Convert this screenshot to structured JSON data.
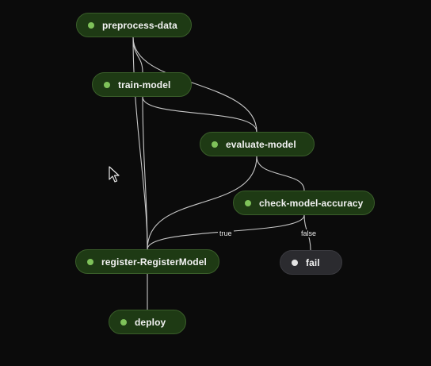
{
  "pipeline": {
    "steps": {
      "preprocess": "preprocess-data",
      "train": "train-model",
      "evaluate": "evaluate-model",
      "check": "check-model-accuracy",
      "register": "register-RegisterModel",
      "fail": "fail",
      "deploy": "deploy"
    },
    "edge_labels": {
      "true": "true",
      "false": "false"
    }
  },
  "colors": {
    "background": "#0b0b0b",
    "step_succeeded_bg": "#1e3a14",
    "step_succeeded_dot": "#7fc25a",
    "step_neutral_bg": "#2b2b2f",
    "step_neutral_dot": "#e4e4e4",
    "edge": "#c8c8c8"
  },
  "icons": {
    "status_dot": "status-dot-icon",
    "pointer": "mouse-pointer-icon"
  }
}
